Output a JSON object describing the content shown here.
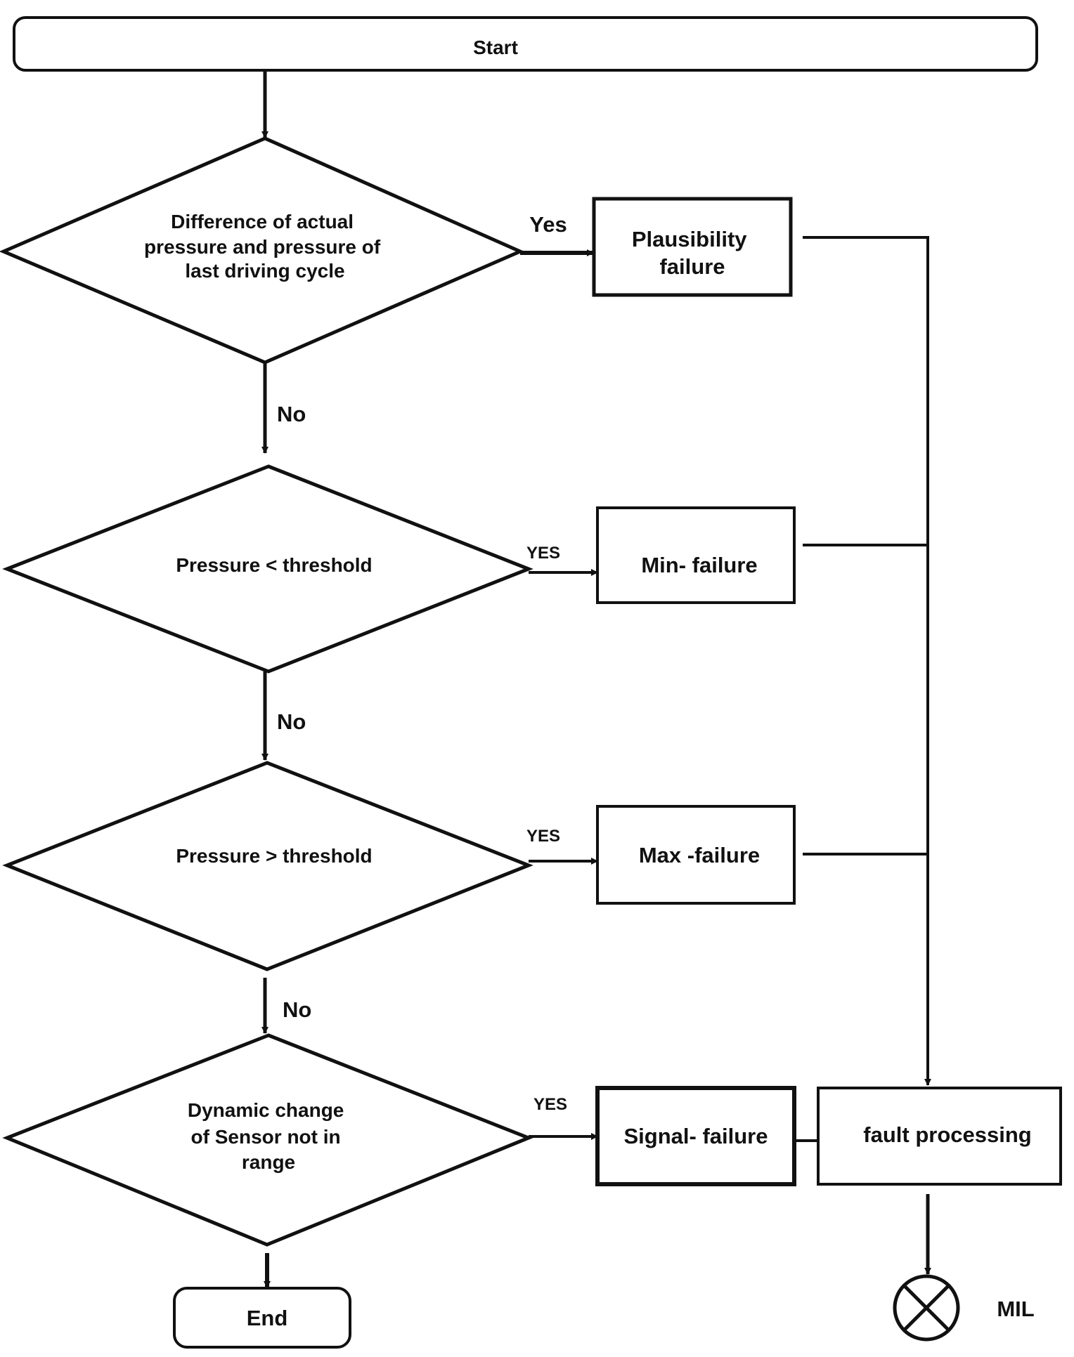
{
  "flowchart": {
    "start": "Start",
    "end": "End",
    "decisions": [
      {
        "lines": [
          "Difference of  actual",
          "pressure and pressure of",
          "last driving cycle"
        ]
      },
      {
        "lines": [
          "Pressure < threshold"
        ]
      },
      {
        "lines": [
          "Pressure > threshold"
        ]
      },
      {
        "lines": [
          "Dynamic change",
          "of Sensor not in",
          "range"
        ]
      }
    ],
    "failures": [
      {
        "lines": [
          "Plausibility",
          "failure"
        ]
      },
      {
        "lines": [
          "Min- failure"
        ]
      },
      {
        "lines": [
          "Max -failure"
        ]
      },
      {
        "lines": [
          "Signal- failure"
        ]
      }
    ],
    "yes_labels": [
      "Yes",
      "YES",
      "YES",
      "YES"
    ],
    "no_labels": [
      "No",
      "No",
      "No"
    ],
    "fault_processing": "fault processing",
    "mil": "MIL"
  }
}
